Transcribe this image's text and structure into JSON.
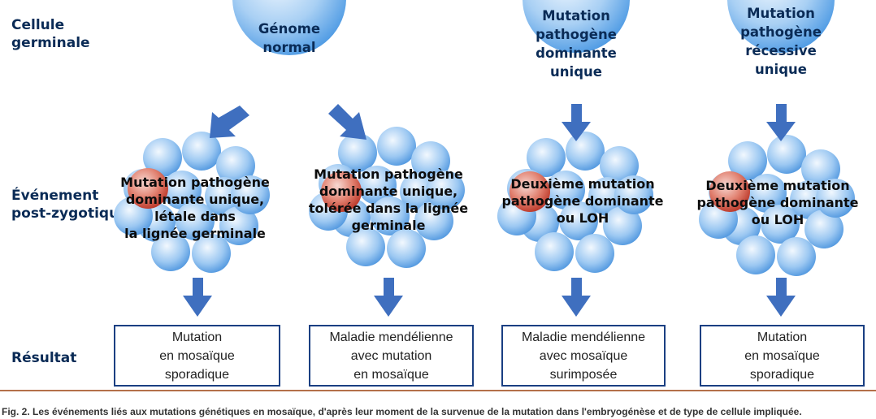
{
  "row_labels": {
    "germinal": "Cellule\ngerminale",
    "event": "Événement\npost-zygotique",
    "result": "Résultat"
  },
  "columns": [
    {
      "sphere_text": "Génome\nnormal",
      "clusters": [
        {
          "text": "Mutation pathogène\ndominante unique,\nlétale dans\nla lignée germinale",
          "result": [
            "Mutation",
            "en mosaïque",
            "sporadique"
          ]
        },
        {
          "text": "Mutation pathogène\ndominante unique,\ntolérée dans la lignée\ngerminale",
          "result": [
            "Maladie mendélienne",
            "avec mutation",
            "en mosaïque"
          ]
        }
      ]
    },
    {
      "sphere_text": "Mutation\npathogène\ndominante\nunique",
      "clusters": [
        {
          "text": "Deuxième mutation\npathogène dominante\nou LOH",
          "result": [
            "Maladie mendélienne",
            "avec mosaïque",
            "surimposée"
          ]
        }
      ]
    },
    {
      "sphere_text": "Mutation\npathogène\nrécessive\nunique",
      "clusters": [
        {
          "text": "Deuxième mutation\npathogène dominante\nou LOH",
          "result": [
            "Mutation",
            "en mosaïque",
            "sporadique"
          ]
        }
      ]
    }
  ],
  "caption": "Fig. 2. Les événements liés aux mutations génétiques en mosaïque, d'après leur moment de la survenue de la mutation dans l'embryogénèse et de type de cellule impliquée.",
  "colors": {
    "sphere_light": "#e6f2fd",
    "sphere_dark": "#4a98e3",
    "arrow": "#3f6fbf",
    "red_dark": "#b83224",
    "frame": "#b4704a"
  }
}
